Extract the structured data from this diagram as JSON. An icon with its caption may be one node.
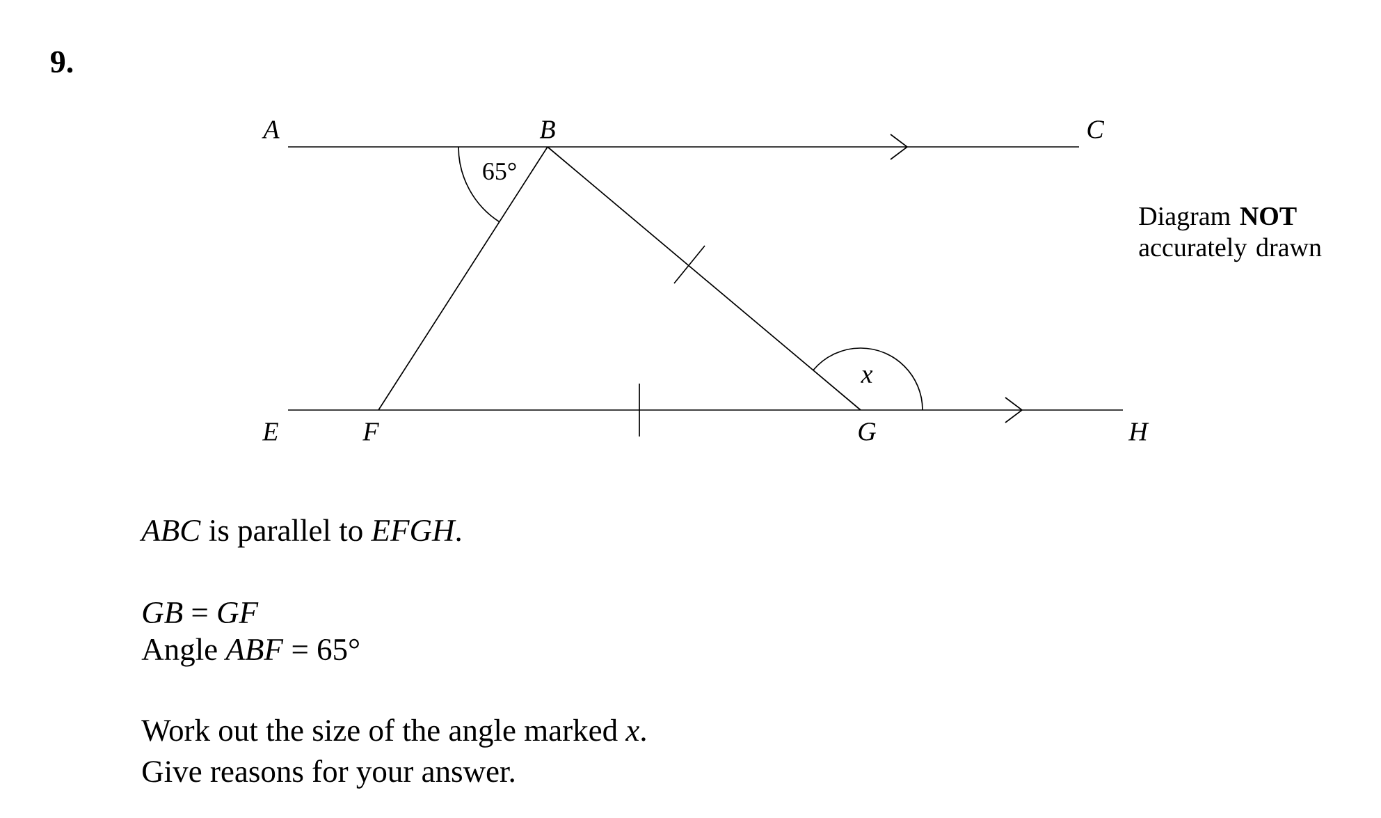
{
  "diagram": {
    "title": "9.",
    "labels": [
      "A",
      "B",
      "C",
      "65°",
      "Diagram **NOT** accurately drawn",
      "x",
      "E",
      "F",
      "G",
      "H",
      "*ABC* is parallel to *EFGH*.",
      "*GB* = *GF*",
      "Angle *ABF* = 65°",
      "Work out the size of the angle marked *x*.",
      "Give reasons for your answer."
    ]
  }
}
